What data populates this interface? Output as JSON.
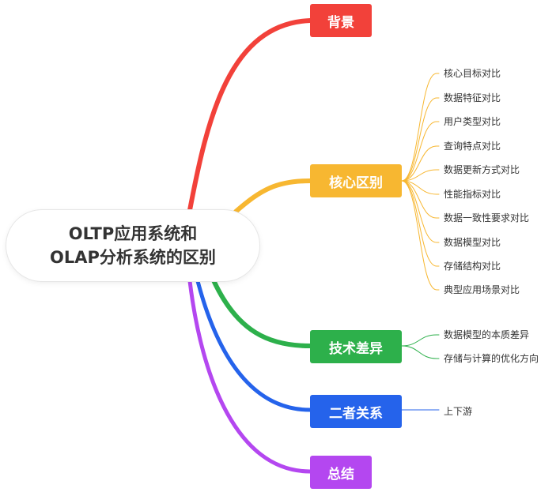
{
  "root": {
    "line1": "OLTP应用系统和",
    "line2": "OLAP分析系统的区别"
  },
  "branches": [
    {
      "label": "背景",
      "color": "#f2413a",
      "leaves": []
    },
    {
      "label": "核心区别",
      "color": "#f7b731",
      "leaves": [
        "核心目标对比",
        "数据特征对比",
        "用户类型对比",
        "查询特点对比",
        "数据更新方式对比",
        "性能指标对比",
        "数据一致性要求对比",
        "数据模型对比",
        "存储结构对比",
        "典型应用场景对比"
      ]
    },
    {
      "label": "技术差异",
      "color": "#2db04b",
      "leaves": [
        "数据模型的本质差异",
        "存储与计算的优化方向"
      ]
    },
    {
      "label": "二者关系",
      "color": "#2563eb",
      "leaves": [
        "上下游"
      ]
    },
    {
      "label": "总结",
      "color": "#b447f0",
      "leaves": []
    }
  ]
}
